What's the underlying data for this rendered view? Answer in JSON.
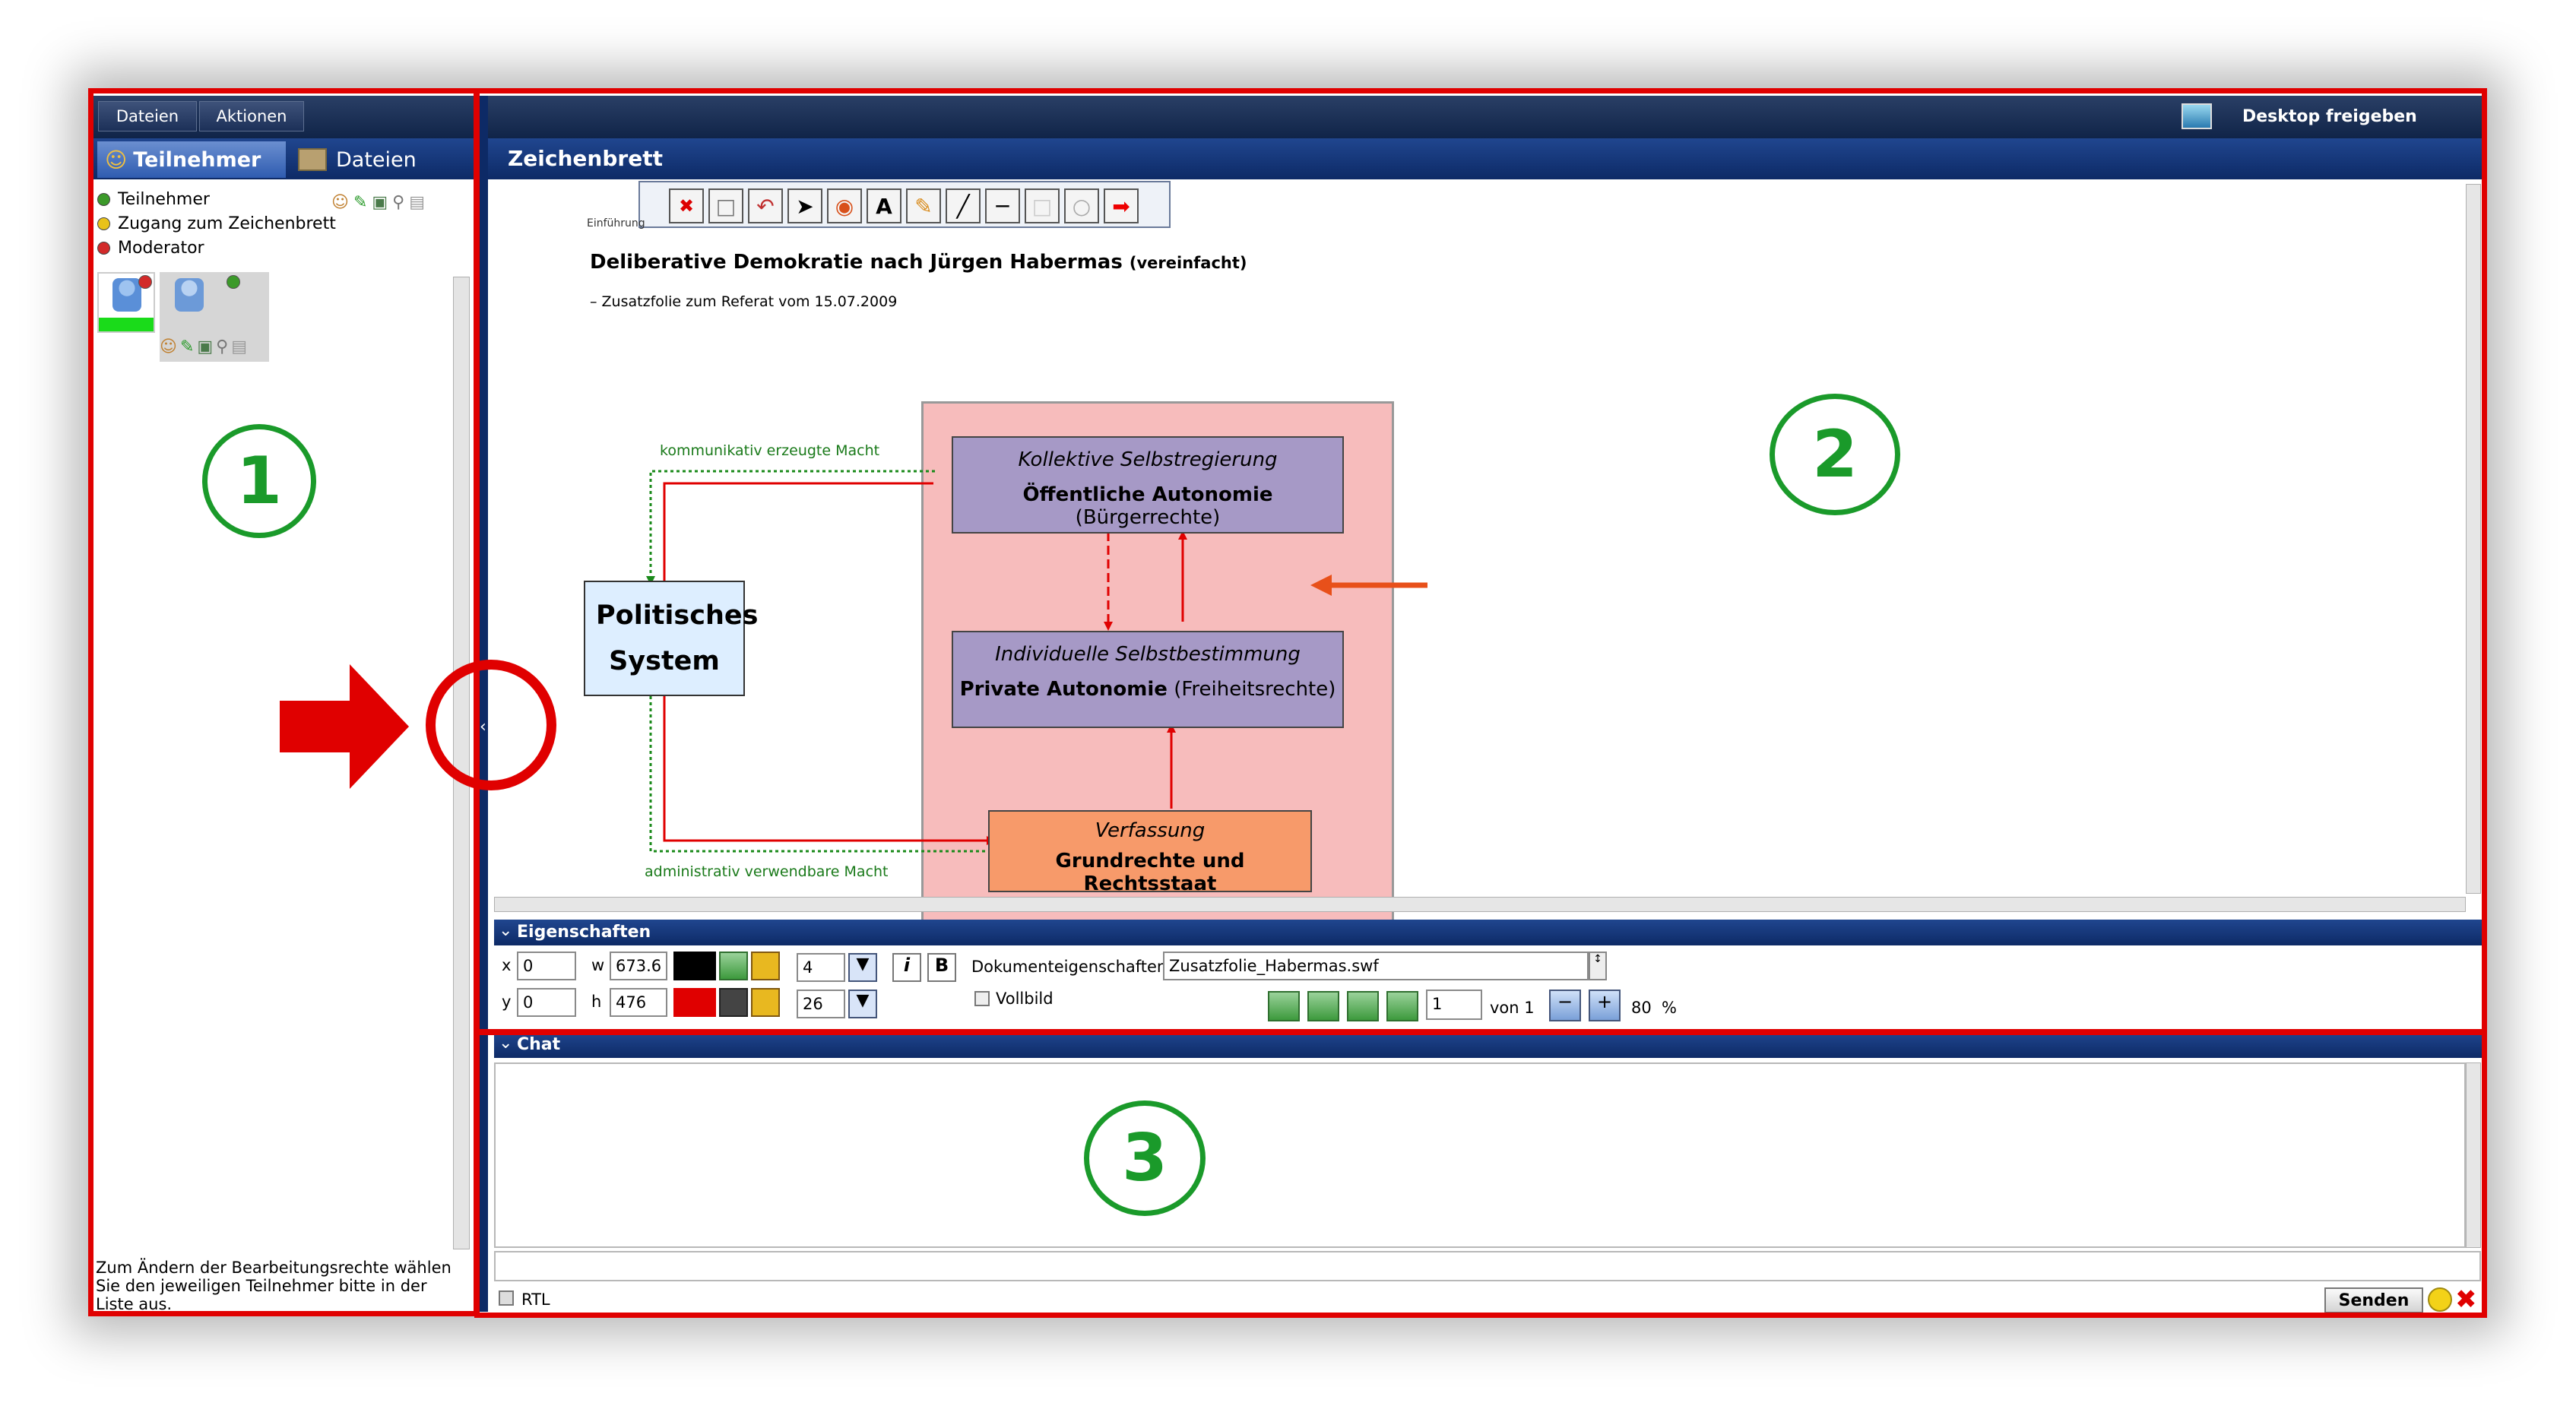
{
  "colors": {
    "annotation_red": "#e00000",
    "annotation_green": "#1a9a2a",
    "header_blue": "#0d2a66",
    "slide_pink": "#f7bcbc",
    "box_purple": "#a699c6",
    "box_orange": "#f79a6a"
  },
  "menu": {
    "files": "Dateien",
    "actions": "Aktionen"
  },
  "left_panel": {
    "tabs": [
      {
        "label": "Teilnehmer",
        "icon": "users-icon"
      },
      {
        "label": "Dateien",
        "icon": "folder-icon"
      }
    ],
    "legend": [
      {
        "label": "Teilnehmer",
        "color": "#3c9a2a"
      },
      {
        "label": "Zugang zum Zeichenbrett",
        "color": "#e8c21a"
      },
      {
        "label": "Moderator",
        "color": "#d22a2a"
      }
    ],
    "hint": "Zum Ändern der Bearbeitungsrechte wählen Sie den jeweiligen Teilnehmer bitte in der Liste aus."
  },
  "top_bar": {
    "share_desktop": "Desktop freigeben"
  },
  "whiteboard": {
    "title": "Zeichenbrett",
    "slide": {
      "header_fragment": "Einführung",
      "title": "Deliberative Demokratie nach Jürgen Habermas",
      "title_suffix": "(vereinfacht)",
      "subtitle": "– Zusatzfolie zum Referat vom 15.07.2009",
      "label_top": "kommunikativ erzeugte Macht",
      "label_bottom": "administrativ verwendbare Macht",
      "political_system": "Politisches System",
      "box1_italic": "Kollektive Selbstregierung",
      "box1_bold": "Öffentliche Autonomie",
      "box1_rest": "(Bürgerrechte)",
      "box2_italic": "Individuelle Selbstbestimmung",
      "box2_bold": "Private Autonomie",
      "box2_rest": "(Freiheitsrechte)",
      "box3_italic": "Verfassung",
      "box3_bold": "Grundrechte und Rechtsstaat"
    }
  },
  "properties": {
    "title": "Eigenschaften",
    "x_label": "x",
    "x_value": "0",
    "y_label": "y",
    "y_value": "0",
    "w_label": "w",
    "w_value": "673.6",
    "h_label": "h",
    "h_value": "476",
    "line_width": "4",
    "font_size": "26",
    "italic": "i",
    "bold": "B",
    "doc_props_label": "Dokumenteigenschaften",
    "doc_name": "Zusatzfolie_Habermas.swf",
    "fullscreen_label": "Vollbild",
    "page_value": "1",
    "page_of": "von 1",
    "zoom": "80",
    "zoom_unit": "%"
  },
  "chat": {
    "title": "Chat",
    "rtl_label": "RTL",
    "send": "Senden"
  },
  "annotations": {
    "one": "1",
    "two": "2",
    "three": "3"
  }
}
